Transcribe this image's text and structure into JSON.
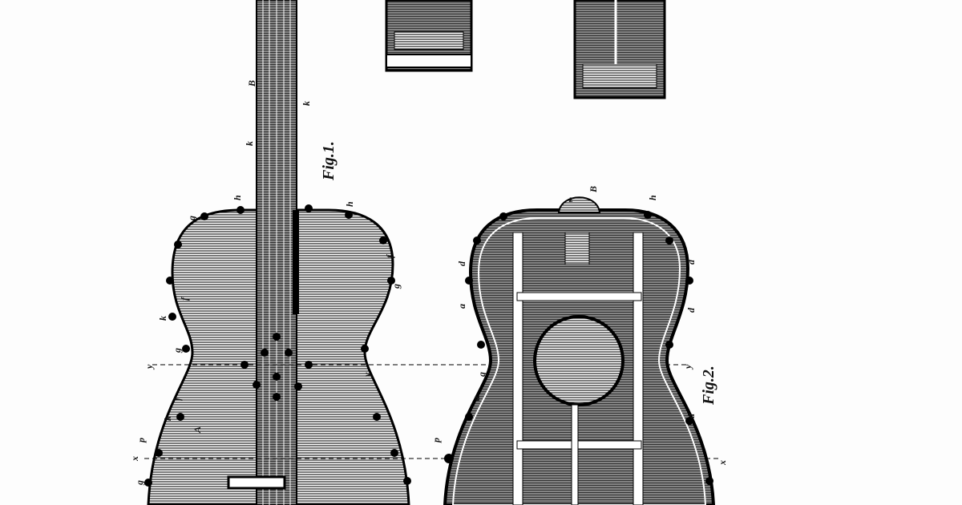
{
  "figures": {
    "fig1_label": "Fig.1.",
    "fig2_label": "Fig.2."
  },
  "reference_letters": {
    "fig1": [
      "B",
      "k",
      "k",
      "h",
      "h",
      "g",
      "f",
      "g",
      "f",
      "k",
      "y",
      "g",
      "f",
      "k",
      "A",
      "x",
      "p",
      "y",
      "g"
    ],
    "fig2": [
      "z",
      "B",
      "h",
      "d",
      "d",
      "d",
      "a",
      "y",
      "x",
      "d",
      "p",
      "g",
      "a"
    ]
  },
  "colors": {
    "ink": "#111111",
    "paper": "#fdfdfd"
  }
}
